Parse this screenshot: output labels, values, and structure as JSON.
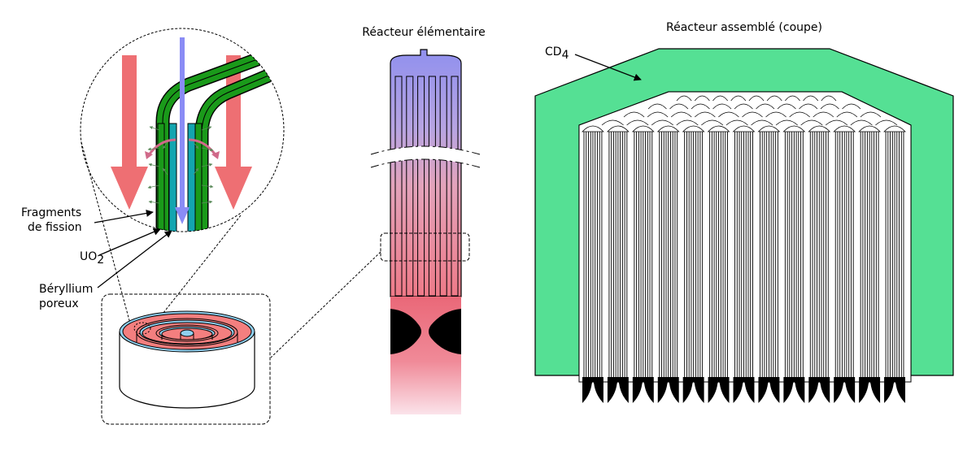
{
  "titles": {
    "elementary": "Réacteur élémentaire",
    "assembled": "Réacteur assemblé (coupe)"
  },
  "labels": {
    "cd": "CD",
    "cd_sub": "4",
    "fragments_line1": "Fragments",
    "fragments_line2": "de fission",
    "uo": "UO",
    "uo_sub": "2",
    "beryllium_line1": "Béryllium",
    "beryllium_line2": "poreux"
  },
  "colors": {
    "hot_flow": "#ee6f73",
    "cold_flow": "#8a8cf5",
    "fuel_green": "#1a9a1a",
    "porous_teal": "#13a5b0",
    "moderator": "#55e094",
    "ring_fill": "#f47f7f",
    "ring_blue": "#8fd0f0"
  },
  "assembly": {
    "columns": 13,
    "plates_per_column": 9
  }
}
